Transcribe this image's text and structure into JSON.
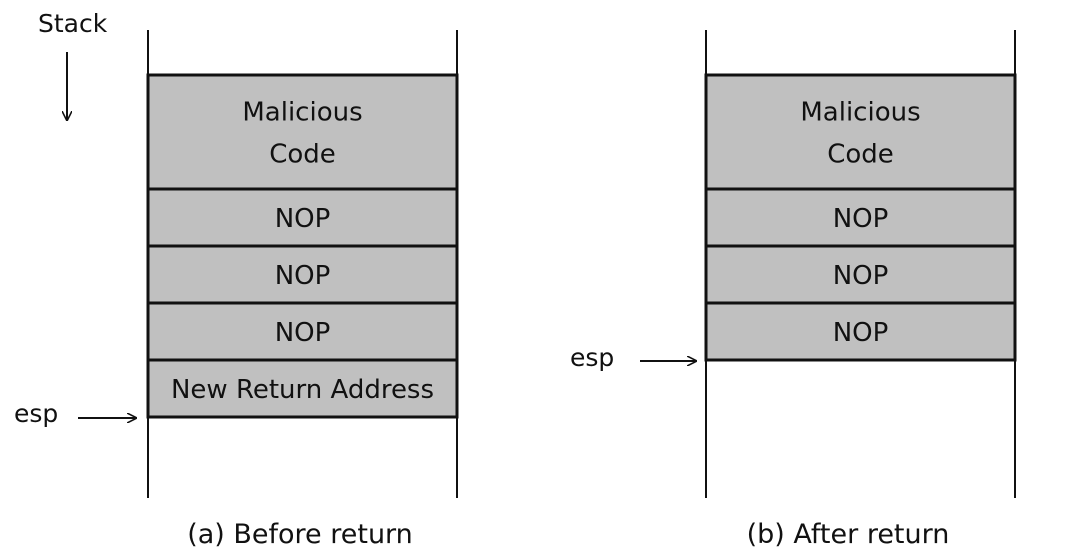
{
  "stack_label": "Stack",
  "diagrams": [
    {
      "caption": "(a) Before return",
      "esp_label": "esp",
      "cells": [
        {
          "label_lines": [
            "Malicious",
            "Code"
          ]
        },
        {
          "label_lines": [
            "NOP"
          ]
        },
        {
          "label_lines": [
            "NOP"
          ]
        },
        {
          "label_lines": [
            "NOP"
          ]
        },
        {
          "label_lines": [
            "New Return Address"
          ]
        }
      ]
    },
    {
      "caption": "(b) After return",
      "esp_label": "esp",
      "cells": [
        {
          "label_lines": [
            "Malicious",
            "Code"
          ]
        },
        {
          "label_lines": [
            "NOP"
          ]
        },
        {
          "label_lines": [
            "NOP"
          ]
        },
        {
          "label_lines": [
            "NOP"
          ]
        }
      ]
    }
  ],
  "colors": {
    "cell_fill": "#c0c0c0",
    "stroke": "#111111",
    "background": "#ffffff"
  }
}
